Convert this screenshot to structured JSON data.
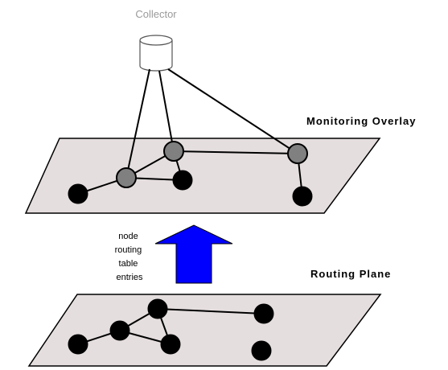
{
  "collector": {
    "label": "Collector",
    "icon": "database-cylinder-icon"
  },
  "monitoring_overlay": {
    "label": "Monitoring Overlay",
    "fill_color": "#e5dede",
    "node_colors": {
      "monitor": "#808080",
      "router": "#000000"
    }
  },
  "routing_plane": {
    "label": "Routing Plane",
    "fill_color": "#e5dede",
    "node_color": "#000000"
  },
  "transfer_arrow": {
    "color": "#0000ff",
    "label_lines": [
      "node",
      "routing",
      "table",
      "entries"
    ]
  }
}
